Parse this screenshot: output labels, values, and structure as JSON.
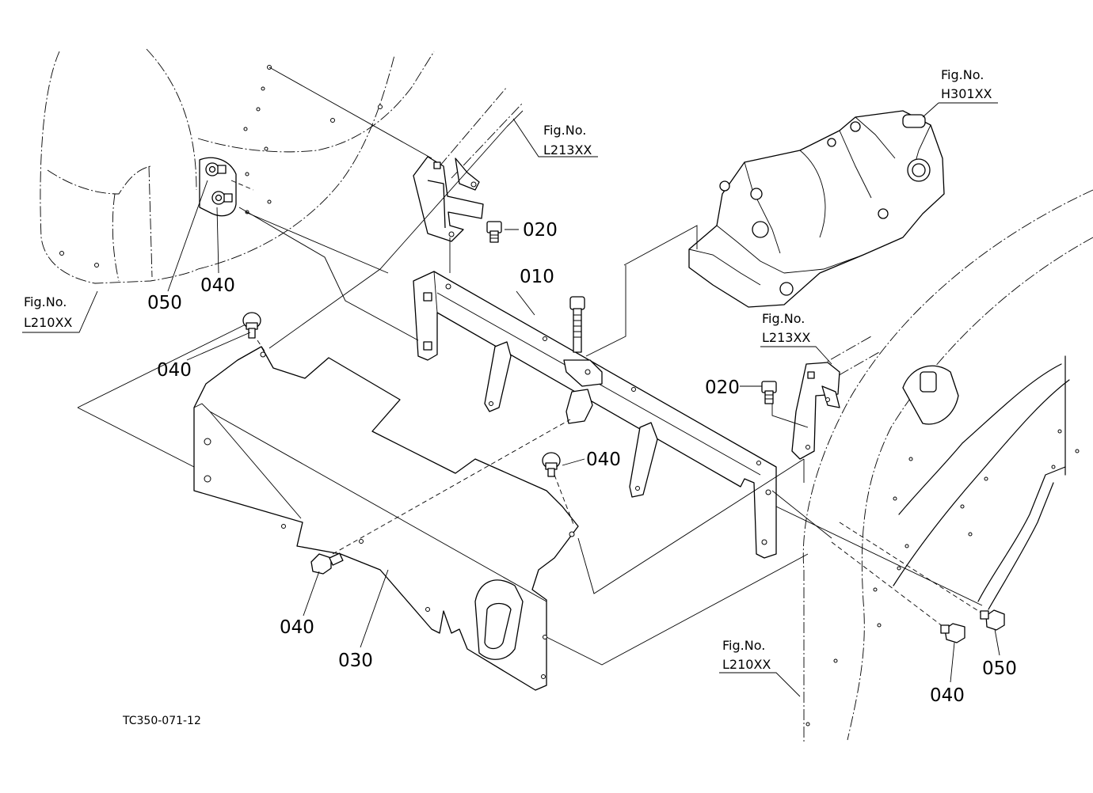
{
  "parts": {
    "p010": "010",
    "p020a": "020",
    "p020b": "020",
    "p030": "030",
    "p040a": "040",
    "p040b": "040",
    "p040c": "040",
    "p040d": "040",
    "p040e": "040",
    "p050a": "050",
    "p050b": "050"
  },
  "refs": {
    "fig_label": "Fig.No.",
    "l210_left": "L210XX",
    "l213_top": "L213XX",
    "h301": "H301XX",
    "l213_right": "L213XX",
    "l210_right": "L210XX"
  },
  "drawing_code": "TC350-071-12"
}
